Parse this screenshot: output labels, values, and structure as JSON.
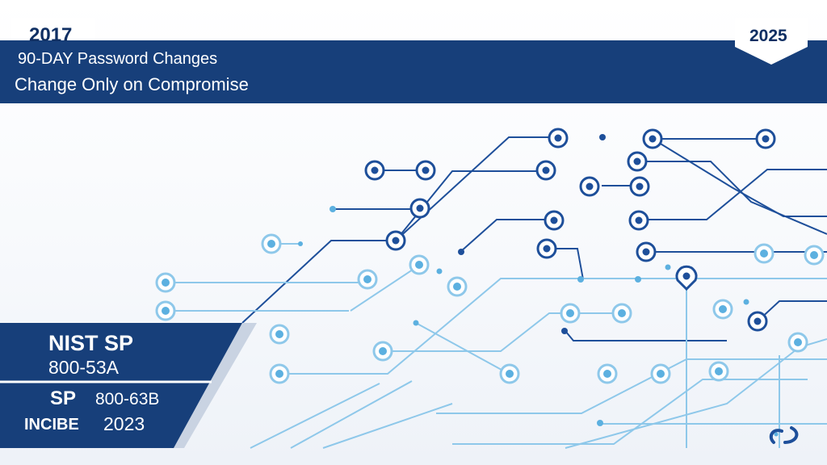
{
  "timeline": {
    "start_year": "2017",
    "end_year": "2025",
    "old_practice": "90-DAY Password Changes",
    "new_practice": "Change Only on Compromise"
  },
  "standards": {
    "first_code": "NIST SP",
    "first_number": "800-53A",
    "second_code": "SP",
    "second_number": "800-63B",
    "third_code": "INCIBE",
    "third_year": "2023"
  },
  "colors": {
    "navy": "#173f7a",
    "deep_navy": "#0f2f63",
    "node_dark": "#1e4f9a",
    "node_light": "#5cb0e0",
    "line_light": "#8ec8ea",
    "background": "#ffffff"
  },
  "icons": {
    "corner_logo": "brand-logo-icon"
  }
}
